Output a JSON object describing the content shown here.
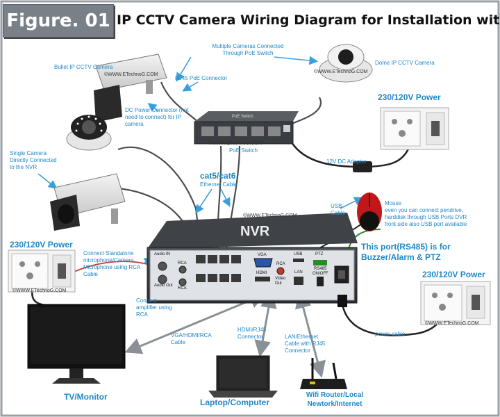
{
  "figure_badge": "Figure. 01",
  "title": "IP CCTV Camera Wiring Diagram for Installation with NVR",
  "labels": {
    "bullet_cam": "Bullet IP CCTV Camera",
    "multiple_cams": "Multiple Cameras Connected Through PoE Switch",
    "dome_cam": "Dome IP CCTV Camera",
    "rj45_poe": "RJ45 PoE Connector",
    "dc_power": "DC Power Connector (not need to connect) for IP camera",
    "single_cam": "Single Camera Directly Connected to the NVR",
    "poe_switch_label": "PoE Switch",
    "poe_switch_device": "PoE Switch",
    "dc_adapter": "12V DC Adapter",
    "power_top": "230/120V Power",
    "cat_cable": "cat5/cat6",
    "ethernet_cable": "Ethernet Cable",
    "usb_cable": "USB Cable",
    "mouse": "Mouse",
    "mouse_note": "even you can connect pendrive, harddisk through USB Ports DVR front side also USB port available",
    "nvr": "NVR",
    "rs485_note": "This port(RS485) is for Buzzer/Alarm & PTZ",
    "power_left": "230/120V Power",
    "mic_note": "Connect Standalone microphone/Camera Microphone using RCA Cable",
    "amp_note": "Connect amplifier using RCA",
    "power_right": "230/120V Power",
    "power_cable": "power cable",
    "vga_cable": "VGA/HDMI/RCA Cable",
    "hdmi_conn": "HDMI/RJ45 Connector",
    "lan_cable": "LAN/Ethernet Cable with RJ45 Connector",
    "tv": "TV/Monitor",
    "laptop": "Laptop/Computer",
    "router": "Wifi Router/Local Newtork/Internet"
  },
  "ports": {
    "audio_in": "Audio IN",
    "audio_out": "Audio Out",
    "rca1": "RCA",
    "rca2": "RCA",
    "rca3": "RCA",
    "vga": "VGA",
    "hdmi": "HDMI",
    "video_out": "Video Out",
    "usb": "USB",
    "lan": "LAN",
    "ptz": "PTZ",
    "rs485": "RS485",
    "onoff": "ON/OFF"
  },
  "watermarks": {
    "wm1": "©WWW.ETechnoG.COM",
    "wm2": "©WWW.ETechnoG.COM",
    "wm3": "©WWW.ETechnoG.COM",
    "wm4": "©WWW.ETechnoG.COM",
    "wm5": "©WWW.ETechnoG.COM",
    "wm6": "©WWW.ETechnoG.COM"
  },
  "colors": {
    "label_blue": "#1e88c8",
    "arrow_blue": "#3aa0dc",
    "frame_gray": "#9aa0a6",
    "nvr_body": "#3a3d42"
  }
}
